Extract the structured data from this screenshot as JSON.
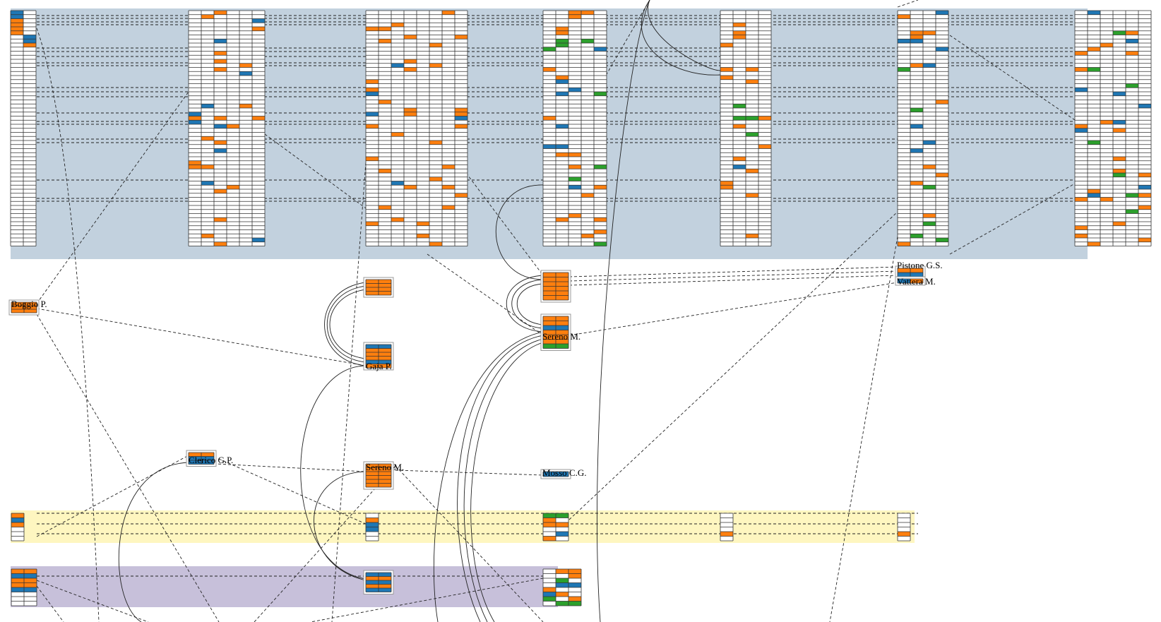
{
  "labels": {
    "boggio": "Boggio P.",
    "gaja": "Gaja P.",
    "sereno_upper": "Sereno M.",
    "sereno_lower": "Sereno M.",
    "clerico": "Clerico G.P.",
    "mosso": "Mosso C.G.",
    "pistone": "Pistone G.S.",
    "vattera": "Vattera M."
  },
  "colors": {
    "orange": "#ff7f0e",
    "blue": "#1f77b4",
    "green": "#2ca02c",
    "band_blue": "#c2d1de",
    "band_yellow": "#fef6c0",
    "band_purple": "#c7c0da",
    "grid": "#333333"
  }
}
